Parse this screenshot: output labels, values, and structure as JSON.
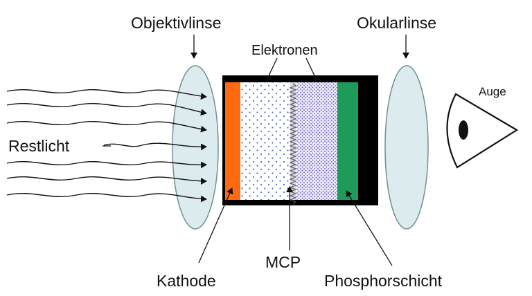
{
  "labels": {
    "objective_lens": "Objektivlinse",
    "electrons": "Elektronen",
    "ocular_lens": "Okularlinse",
    "eye": "Auge",
    "residual_light": "Restlicht",
    "cathode": "Kathode",
    "mcp": "MCP",
    "phosphor_layer": "Phosphorschicht"
  },
  "colors": {
    "lens_fill": "#dcecee",
    "lens_stroke": "#6f8f95",
    "housing": "#000000",
    "cathode": "#ff6a10",
    "phosphor": "#1e9a5a",
    "electron_dots_sparse": "#4a6cc4",
    "electron_dots_dense": "#5a4fb6"
  }
}
